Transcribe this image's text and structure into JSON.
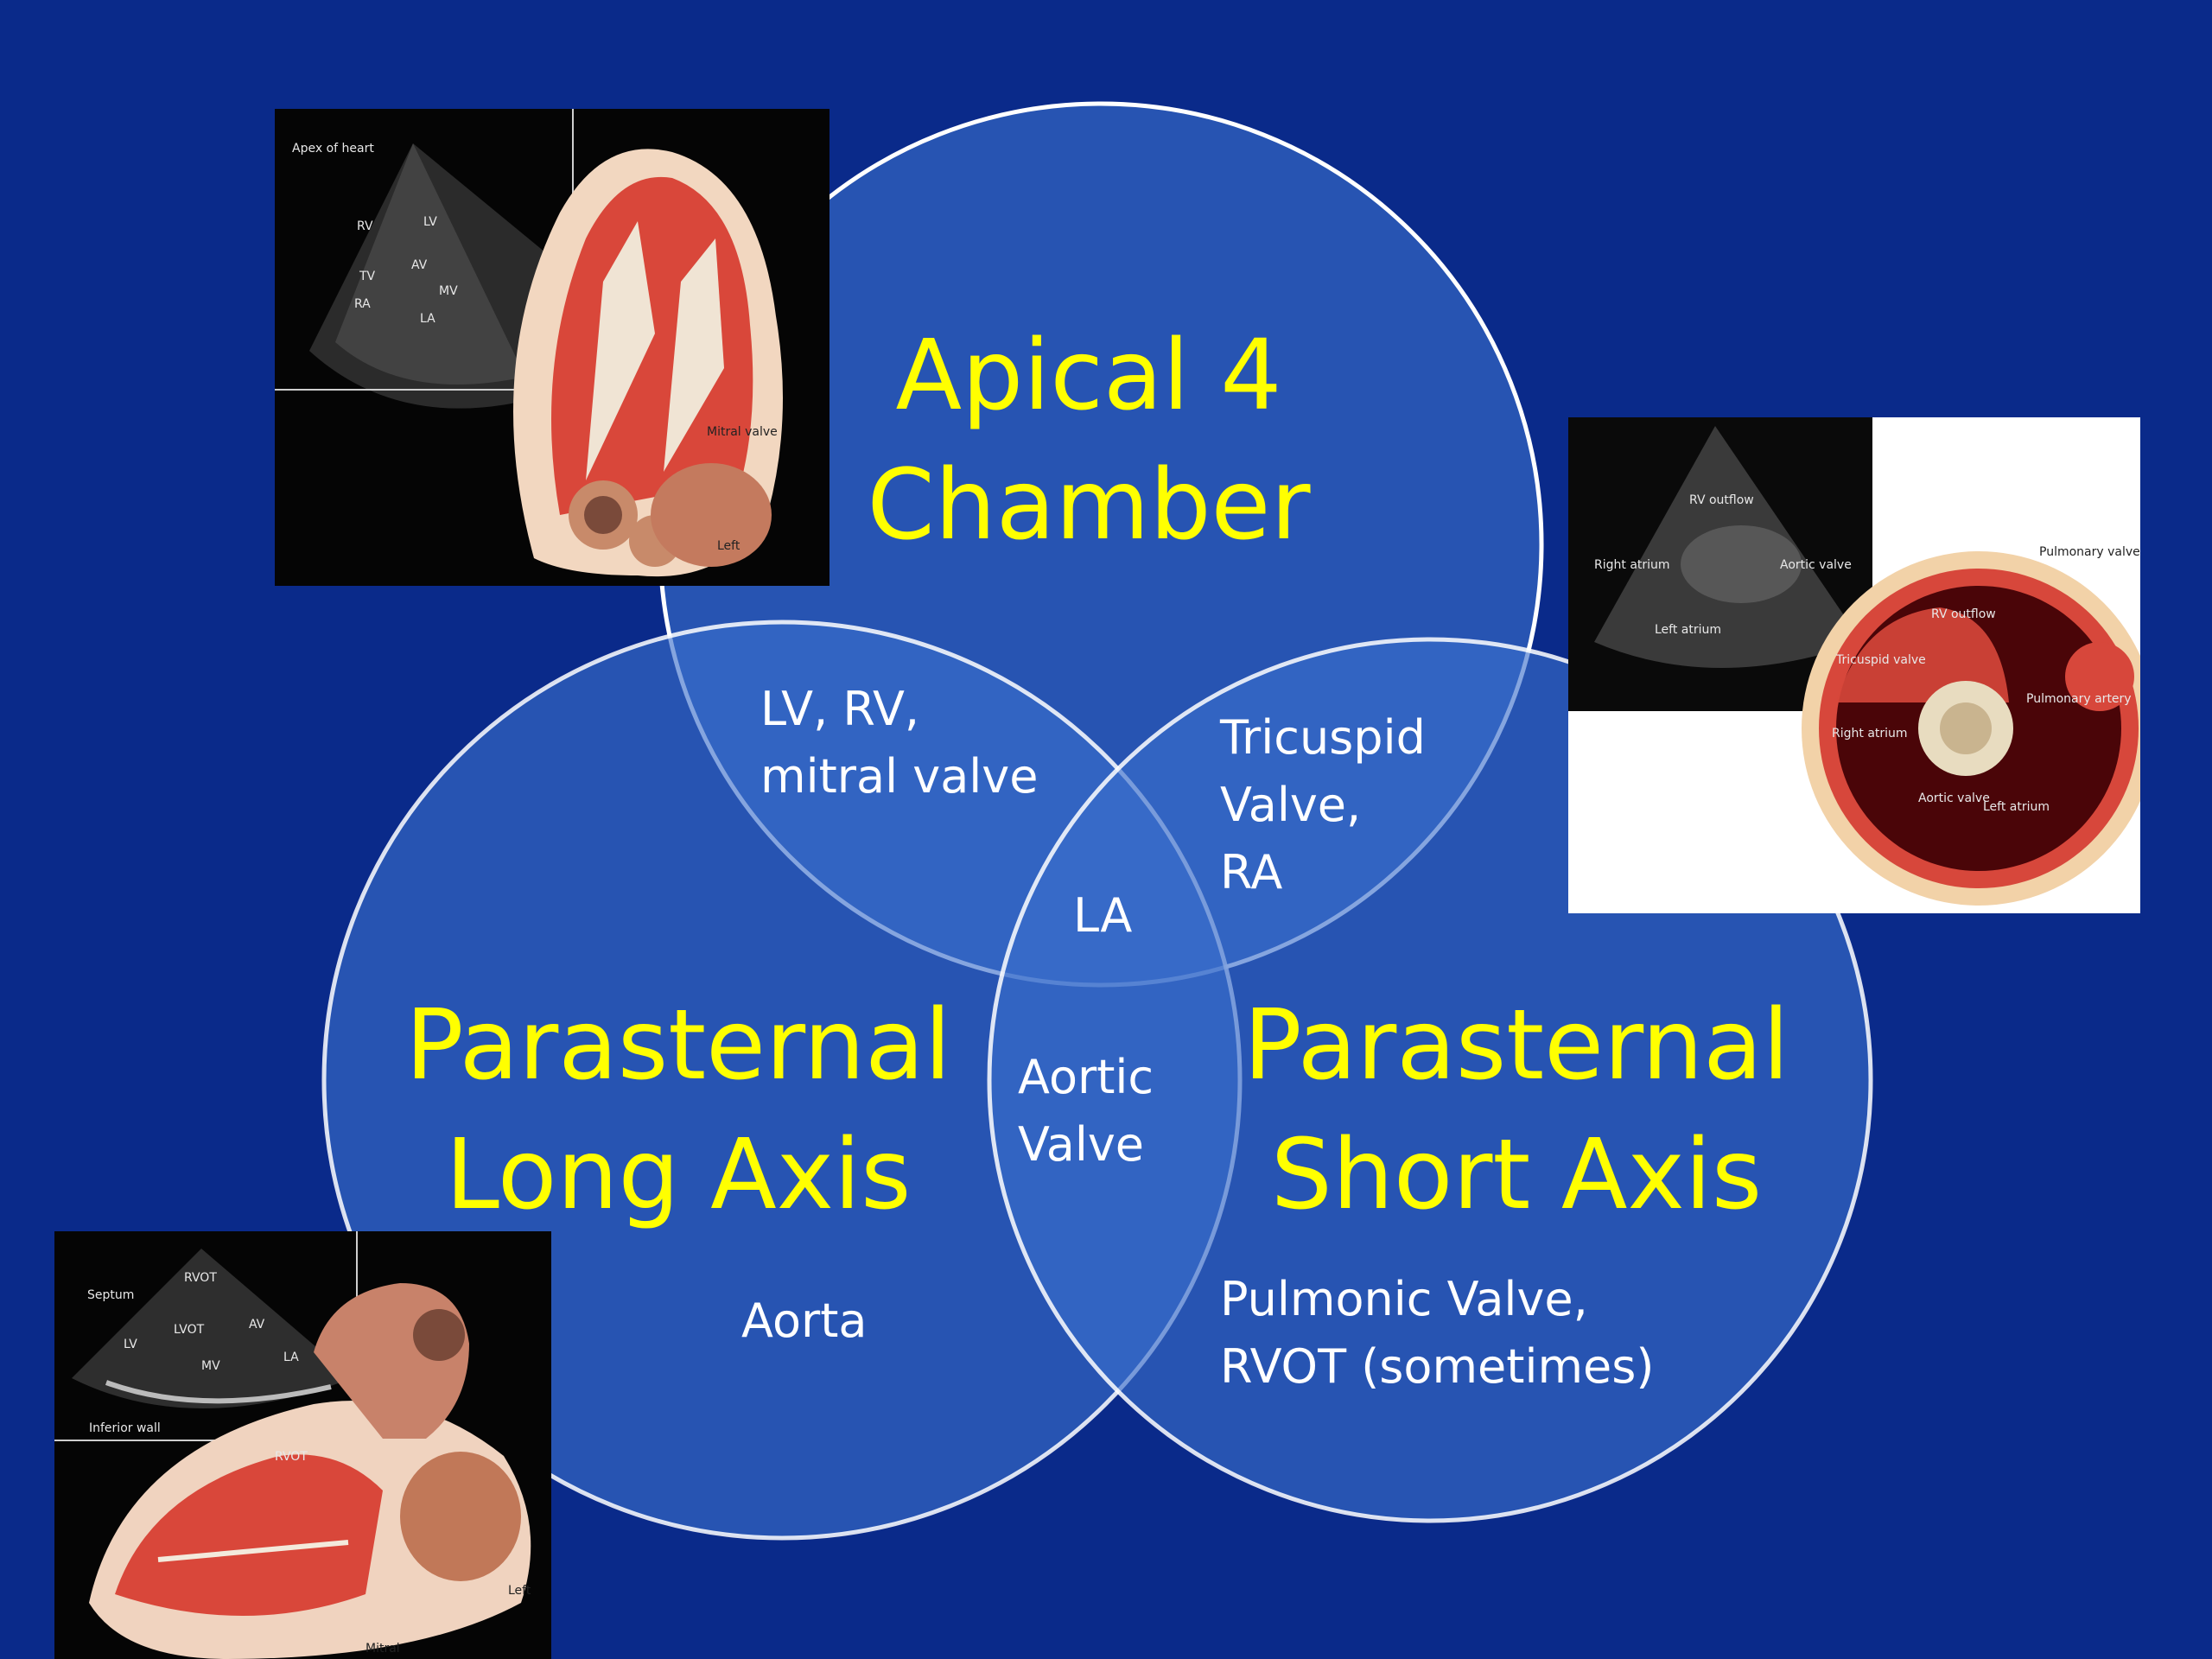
{
  "circles": {
    "apical": {
      "title_line1": "Apical 4",
      "title_line2": "Chamber"
    },
    "plax": {
      "title_line1": "Parasternal",
      "title_line2": "Long Axis",
      "unique": "Aorta"
    },
    "psax": {
      "title_line1": "Parasternal",
      "title_line2": "Short Axis",
      "unique_line1": "Pulmonic Valve,",
      "unique_line2": "RVOT (sometimes)"
    }
  },
  "overlaps": {
    "apical_plax": {
      "line1": "LV, RV,",
      "line2": "mitral valve"
    },
    "apical_psax": {
      "line1": "Tricuspid",
      "line2": "Valve,",
      "line3": "RA"
    },
    "center": "LA",
    "plax_psax": {
      "line1": "Aortic",
      "line2": "Valve"
    }
  },
  "images": {
    "apical": {
      "labels": [
        "Apex of heart",
        "RV",
        "LV",
        "TV",
        "AV",
        "RA",
        "MV",
        "LA",
        "Mitral valve",
        "Left"
      ]
    },
    "psax": {
      "labels": [
        "RV outflow",
        "Right atrium",
        "Aortic valve",
        "Left atrium",
        "Pulmonary valve",
        "RV outflow",
        "Tricuspid valve",
        "Pulmonary artery",
        "Right atrium",
        "Aortic valve",
        "Left atrium"
      ]
    },
    "plax": {
      "labels": [
        "RVOT",
        "Septum",
        "LVOT",
        "AV",
        "LV",
        "LA",
        "MV",
        "Inferior wall",
        "RVOT",
        "Mitral",
        "Left"
      ]
    }
  },
  "colors": {
    "background": "#0a2a8a",
    "circle_fill": "#3a6ecb",
    "circle_stroke": "#ffffff",
    "title_text": "#ffff00",
    "body_text": "#ffffff"
  }
}
